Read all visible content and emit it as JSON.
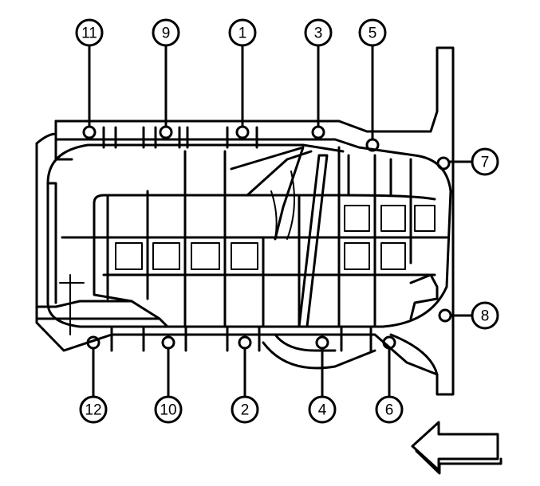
{
  "callouts": [
    {
      "label": "11"
    },
    {
      "label": "9"
    },
    {
      "label": "1"
    },
    {
      "label": "3"
    },
    {
      "label": "5"
    },
    {
      "label": "7"
    },
    {
      "label": "8"
    },
    {
      "label": "6"
    },
    {
      "label": "4"
    },
    {
      "label": "2"
    },
    {
      "label": "10"
    },
    {
      "label": "12"
    }
  ],
  "colors": {
    "line": "#000000",
    "background": "#ffffff"
  }
}
